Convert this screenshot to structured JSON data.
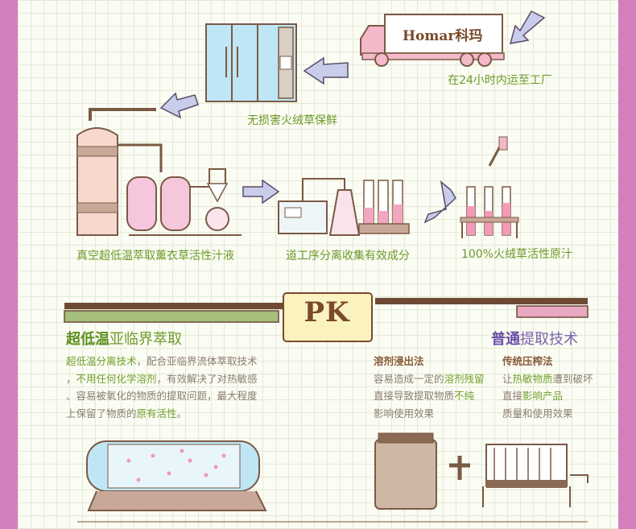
{
  "truck": {
    "logo": "Homar科玛"
  },
  "steps": {
    "transport": "在24小时内运至工厂",
    "freeze": "无损害火绒草保鲜",
    "extract": "真空超低温萃取薰衣草活性汁液",
    "separate": "道工序分离收集有效成分",
    "result": "100%火绒草活性原汁"
  },
  "pk": {
    "badge": "PK",
    "left_title_strong": "超低温",
    "left_title_rest": "亚临界萃取",
    "right_title_strong": "普通",
    "right_title_rest": "提取技术",
    "left_para": [
      {
        "t": "超低温分离技术",
        "h": true
      },
      {
        "t": "，配合亚临界流体萃取技术",
        "h": false
      },
      {
        "t": "，",
        "h": false
      },
      {
        "t": "不用任何化学溶剂",
        "h": true
      },
      {
        "t": "，有效解决了对热敏感",
        "h": false
      },
      {
        "t": "、容易被氧化的物质的提取问题，最大程度",
        "h": false
      },
      {
        "t": "上保留了物质的",
        "h": false
      },
      {
        "t": "原有活性",
        "h": true
      },
      {
        "t": "。",
        "h": false
      }
    ],
    "col1": {
      "title": "溶剂浸出法",
      "l1a": "容易造成一定的",
      "l1b": "溶剂残留",
      "l2a": "直接导致提取物质",
      "l2b": "不纯",
      "l3": "影响使用效果"
    },
    "col2": {
      "title": "传统压榨法",
      "l1a": "让",
      "l1b": "热敏物质",
      "l1c": "遭到破坏",
      "l2a": "直接",
      "l2b": "影响产品",
      "l3": "质量和使用效果"
    }
  },
  "colors": {
    "accent_green": "#6e9a2a",
    "accent_purple": "#7a63ae",
    "ink": "#7a4a2a",
    "frame": "#d47fbe"
  }
}
